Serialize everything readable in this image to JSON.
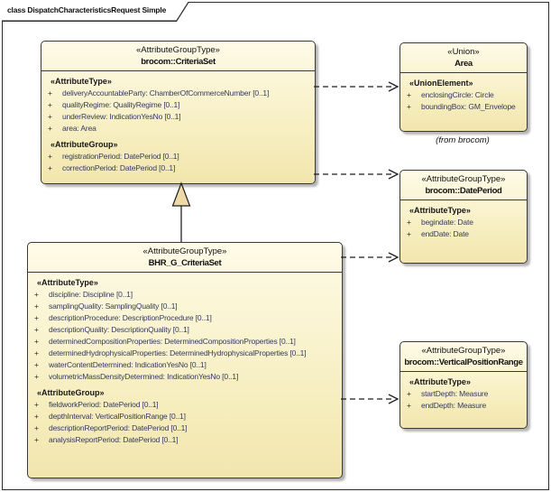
{
  "frame": {
    "label": "class DispatchCharacteristicsRequest Simple"
  },
  "visibility": "+",
  "classes": [
    {
      "stereotype": "«AttributeGroupType»",
      "name": "brocom::CriteriaSet",
      "sections": [
        {
          "label": "«AttributeType»",
          "attributes": [
            "deliveryAccountableParty: ChamberOfCommerceNumber [0..1]",
            "qualityRegime: QualityRegime [0..1]",
            "underReview: IndicationYesNo [0..1]",
            "area: Area"
          ]
        },
        {
          "label": "«AttributeGroup»",
          "attributes": [
            "registrationPeriod: DatePeriod [0..1]",
            "correctionPeriod: DatePeriod [0..1]"
          ]
        }
      ]
    },
    {
      "stereotype": "«Union»",
      "name": "Area",
      "sections": [
        {
          "label": "«UnionElement»",
          "attributes": [
            "enclosingCircle: Circle",
            "boundingBox: GM_Envelope"
          ]
        }
      ]
    },
    {
      "stereotype": "«AttributeGroupType»",
      "name": "brocom::DatePeriod",
      "sections": [
        {
          "label": "«AttributeType»",
          "attributes": [
            "begindate: Date",
            "endDate: Date"
          ]
        }
      ]
    },
    {
      "stereotype": "«AttributeGroupType»",
      "name": "BHR_G_CriteriaSet",
      "sections": [
        {
          "label": "«AttributeType»",
          "attributes": [
            "discipline: Discipline [0..1]",
            "samplingQuality: SamplingQuality [0..1]",
            "descriptionProcedure: DescriptionProcedure [0..1]",
            "descriptionQuality: DescriptionQuality [0..1]",
            "determinedCompositionProperties: DeterminedCompositionProperties [0..1]",
            "determinedHydrophysicalProperties: DeterminedHydrophysicalProperties [0..1]",
            "waterContentDetermined: IndicationYesNo [0..1]",
            "volumetricMassDensityDetermined: IndicationYesNo [0..1]"
          ]
        },
        {
          "label": "«AttributeGroup»",
          "attributes": [
            "fieldworkPeriod: DatePeriod [0..1]",
            "depthInterval: VerticalPositionRange [0..1]",
            "descriptionReportPeriod: DatePeriod [0..1]",
            "analysisReportPeriod: DatePeriod [0..1]"
          ]
        }
      ]
    },
    {
      "stereotype": "«AttributeGroupType»",
      "name": "brocom::VerticalPositionRange",
      "sections": [
        {
          "label": "«AttributeType»",
          "attributes": [
            "startDepth: Measure",
            "endDepth: Measure"
          ]
        }
      ]
    }
  ],
  "annotations": {
    "area_source": "(from brocom)"
  },
  "connectors": [
    {
      "type": "dependency",
      "from": "brocom::CriteriaSet",
      "to": "Area",
      "style": "dashed-open-arrow"
    },
    {
      "type": "dependency",
      "from": "brocom::CriteriaSet",
      "to": "brocom::DatePeriod",
      "style": "dashed-open-arrow"
    },
    {
      "type": "dependency",
      "from": "BHR_G_CriteriaSet",
      "to": "brocom::DatePeriod",
      "style": "dashed-open-arrow"
    },
    {
      "type": "dependency",
      "from": "BHR_G_CriteriaSet",
      "to": "brocom::VerticalPositionRange",
      "style": "dashed-open-arrow"
    },
    {
      "type": "generalization",
      "from": "BHR_G_CriteriaSet",
      "to": "brocom::CriteriaSet",
      "style": "solid-hollow-triangle"
    }
  ],
  "colors": {
    "box_fill_top": "#FEFBE7",
    "box_fill_bottom": "#F2E6AE",
    "box_border": "#3A3A3A",
    "attr_text": "#333A5E",
    "generalization_fill": "#EFD9A7",
    "shadow": "#9A9A9A"
  }
}
